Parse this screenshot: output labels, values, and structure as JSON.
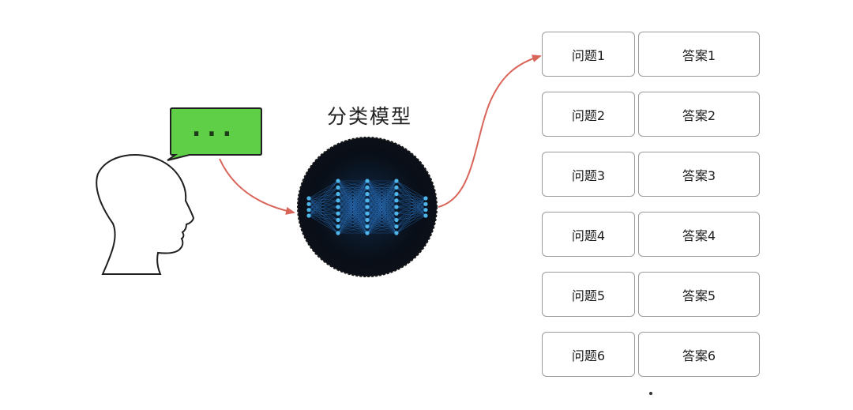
{
  "model_label": "分类模型",
  "speech_bubble_text": "...",
  "qa_pairs": [
    {
      "question": "问题1",
      "answer": "答案1"
    },
    {
      "question": "问题2",
      "answer": "答案2"
    },
    {
      "question": "问题3",
      "answer": "答案3"
    },
    {
      "question": "问题4",
      "answer": "答案4"
    },
    {
      "question": "问题5",
      "answer": "答案5"
    },
    {
      "question": "问题6",
      "answer": "答案6"
    }
  ],
  "colors": {
    "bubble_fill": "#5fcf47",
    "bubble_stroke": "#1f1f1f",
    "arrow": "#d9645a",
    "network_bg": "#0a0f18",
    "network_node": "#4fb6ea",
    "network_edge": "#2c78c8"
  }
}
